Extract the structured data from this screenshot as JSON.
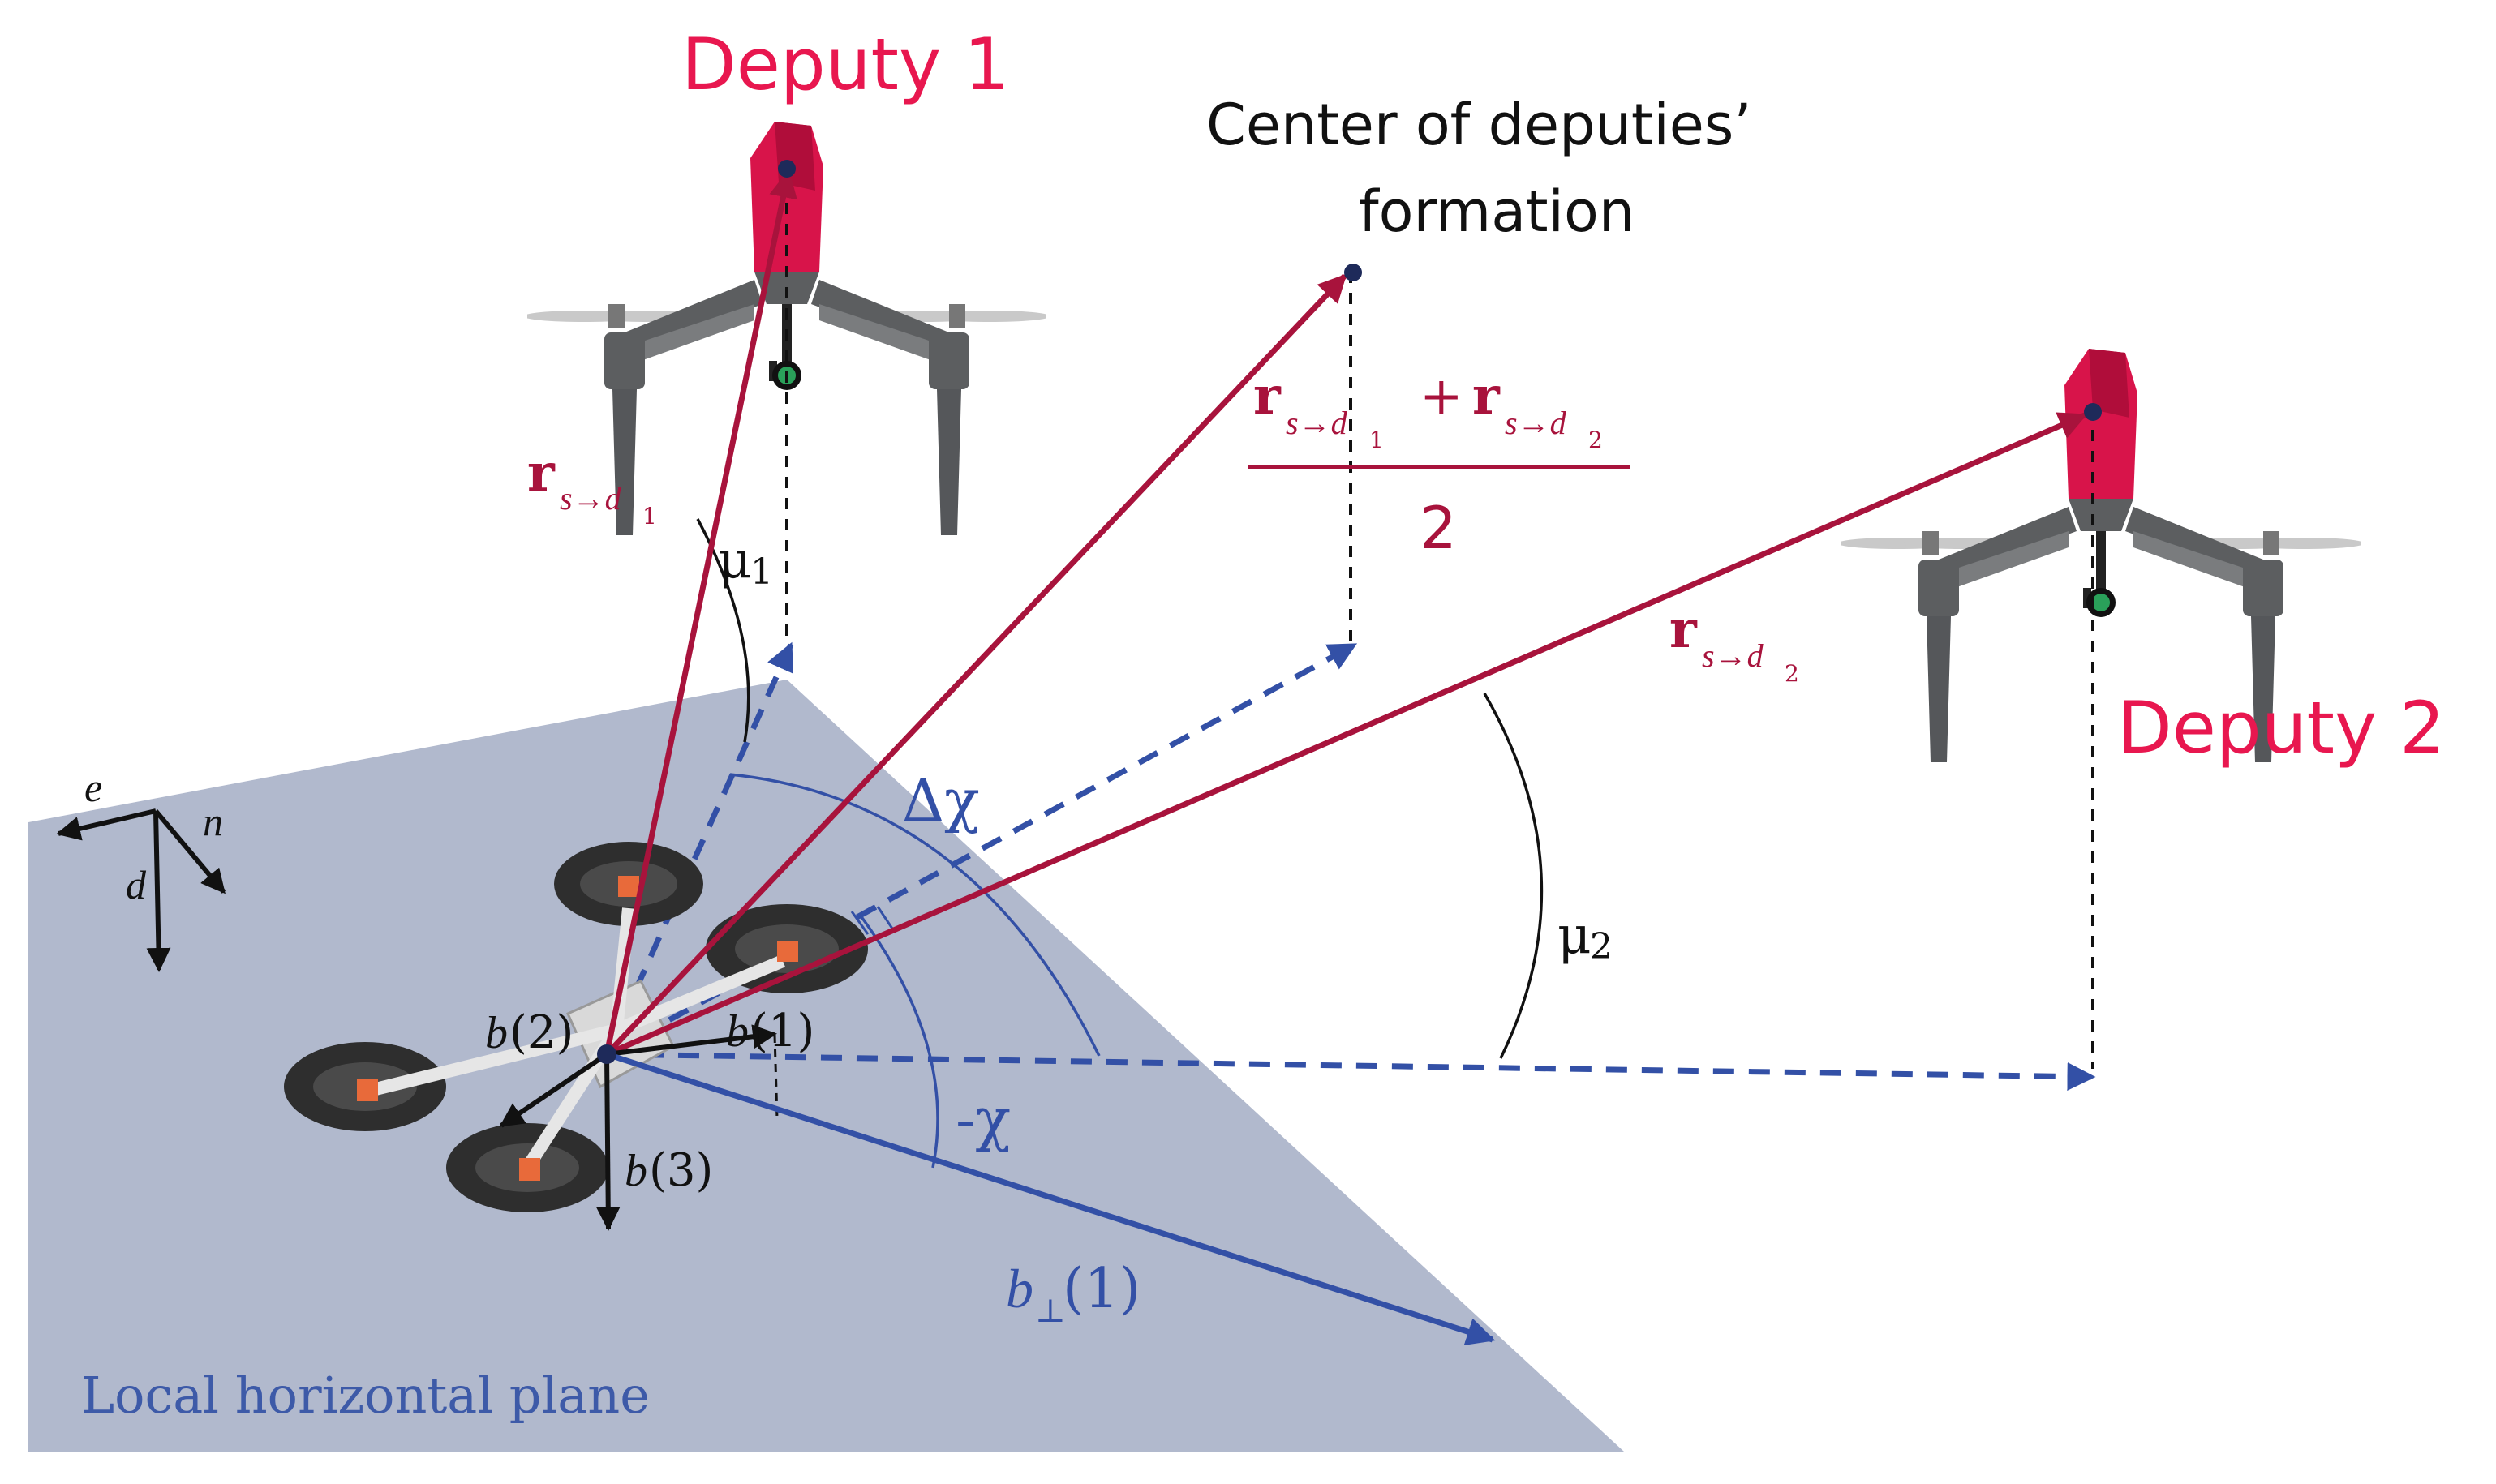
{
  "labels": {
    "deputy1": "Deputy 1",
    "deputy2": "Deputy 2",
    "center_line1": "Center of deputies’",
    "center_line2": "formation",
    "r_symbol": "r",
    "sub_d1": "s→d",
    "sub_index1": "1",
    "sub_index2": "2",
    "plus": "+",
    "frac_denominator": "2",
    "mu": "μ",
    "delta_chi": "Δχ",
    "neg_chi": "-χ",
    "b": "b",
    "b_perp_sub": "⊥",
    "b_perp_arg": "(1)",
    "b1_arg": "(1)",
    "b2_arg": "(2)",
    "b3_arg": "(3)",
    "axis_e": "e",
    "axis_n": "n",
    "axis_d": "d",
    "plane": "Local horizontal plane"
  },
  "colors": {
    "deputy_label": "#e8174f",
    "vector_red": "#a8133c",
    "vector_blue": "#3350a6",
    "plane_fill": "#b1b9cd",
    "plane_text": "#3d5aa8",
    "drone_red": "#d8144a",
    "drone_gray": "#5c5e60",
    "black": "#111111"
  },
  "icons": {
    "deputy_drone": "quadcopter-drone-icon",
    "agent_drone": "quadrotor-icon"
  }
}
